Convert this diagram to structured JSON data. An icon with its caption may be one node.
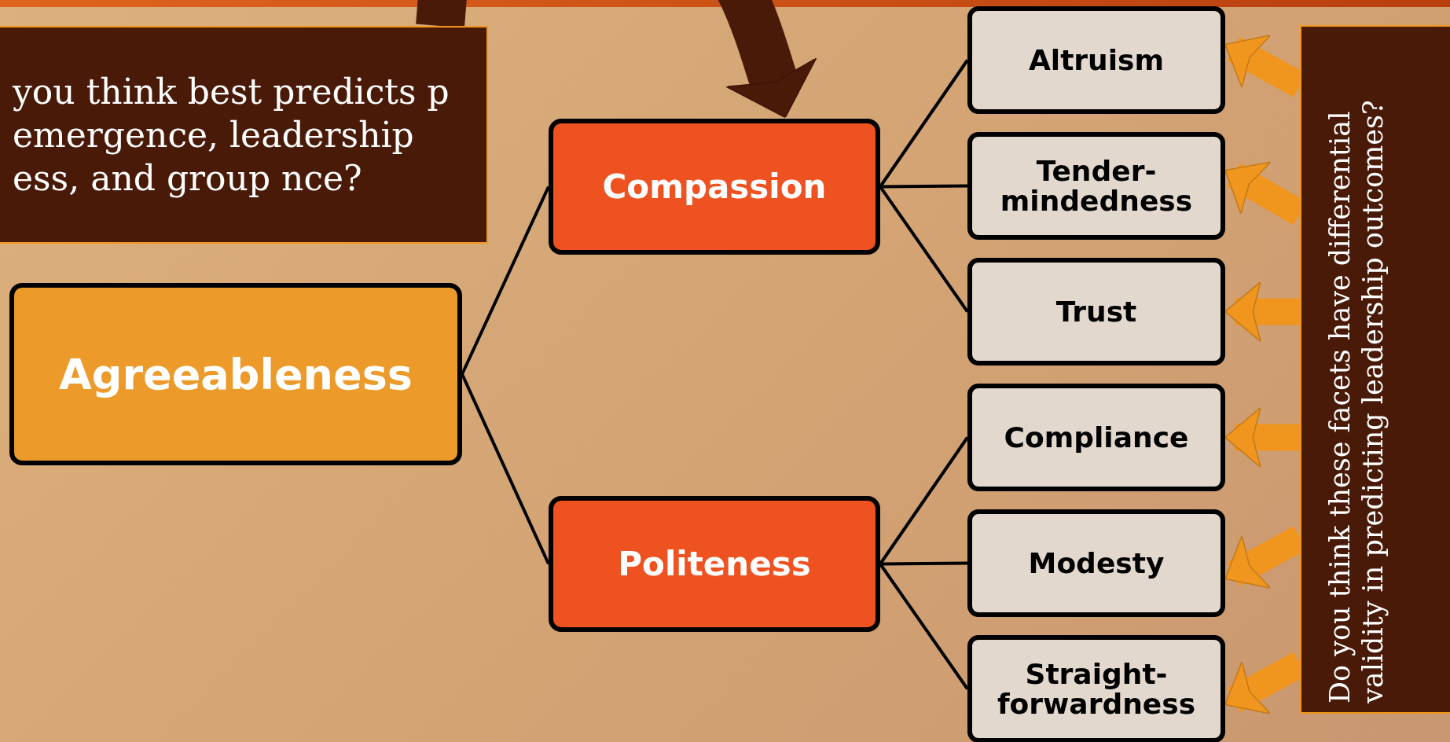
{
  "diagram": {
    "nodes": [
      {
        "text": [
          "you think best predicts p emergence, leadership ess, and group nce?"
        ]
      },
      {
        "text": [
          "Agreeableness"
        ]
      },
      {
        "text": [
          "Compassion"
        ]
      },
      {
        "text": [
          "Politeness"
        ]
      },
      {
        "text": [
          "Altruism"
        ]
      },
      {
        "text": [
          "Tender- mindedness"
        ]
      },
      {
        "text": [
          "Trust"
        ]
      },
      {
        "text": [
          "Compliance"
        ]
      },
      {
        "text": [
          "Modesty"
        ]
      },
      {
        "text": [
          "Straight- forwardness"
        ]
      },
      {
        "text": [
          "Do you think these facets have differential validity in predicting leadership outcomes?"
        ]
      }
    ],
    "edges": [
      {
        "from": 0,
        "to": 2,
        "arrow": "to",
        "style": "thick",
        "color": "#4a1a08"
      },
      {
        "from": 1,
        "to": 2,
        "arrow": "none"
      },
      {
        "from": 1,
        "to": 3,
        "arrow": "none"
      },
      {
        "from": 2,
        "to": 4,
        "arrow": "none"
      },
      {
        "from": 2,
        "to": 5,
        "arrow": "none"
      },
      {
        "from": 2,
        "to": 6,
        "arrow": "none"
      },
      {
        "from": 3,
        "to": 7,
        "arrow": "none"
      },
      {
        "from": 3,
        "to": 8,
        "arrow": "none"
      },
      {
        "from": 3,
        "to": 9,
        "arrow": "none"
      },
      {
        "from": 10,
        "to": 4,
        "arrow": "to",
        "style": "thick",
        "color": "#f0961e"
      },
      {
        "from": 10,
        "to": 5,
        "arrow": "to",
        "style": "thick",
        "color": "#f0961e"
      },
      {
        "from": 10,
        "to": 6,
        "arrow": "to",
        "style": "thick",
        "color": "#f0961e"
      },
      {
        "from": 10,
        "to": 7,
        "arrow": "to",
        "style": "thick",
        "color": "#f0961e"
      },
      {
        "from": 10,
        "to": 8,
        "arrow": "to",
        "style": "thick",
        "color": "#f0961e"
      },
      {
        "from": 10,
        "to": 9,
        "arrow": "to",
        "style": "thick",
        "color": "#f0961e"
      }
    ]
  }
}
